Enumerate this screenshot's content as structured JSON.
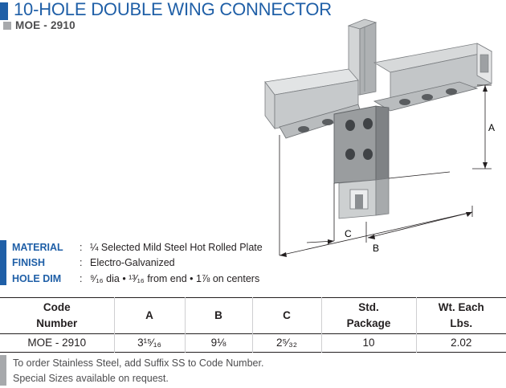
{
  "title": "10-HOLE DOUBLE WING CONNECTOR",
  "part_number": "MOE - 2910",
  "colors": {
    "accent": "#1f5fa7",
    "gray_square": "#a7a9ac",
    "table_divider": "#231f20",
    "metal_light": "#d8dadb",
    "metal_mid": "#bfc2c4",
    "metal_dark": "#8d9093"
  },
  "illustration": {
    "dimension_labels": {
      "a": "A",
      "b": "B",
      "c": "C"
    }
  },
  "specs": [
    {
      "label": "MATERIAL",
      "colon": ":",
      "value": "¼ Selected Mild Steel Hot Rolled Plate"
    },
    {
      "label": "FINISH",
      "colon": ":",
      "value": "Electro-Galvanized"
    },
    {
      "label": "HOLE DIM",
      "colon": ":",
      "value": "⁹⁄₁₆ dia  •  ¹³⁄₁₆ from end  •  1⅞  on centers"
    }
  ],
  "table": {
    "headers": [
      {
        "line1": "Code",
        "line2": "Number"
      },
      {
        "line1": "A",
        "line2": ""
      },
      {
        "line1": "B",
        "line2": ""
      },
      {
        "line1": "C",
        "line2": ""
      },
      {
        "line1": "Std.",
        "line2": "Package"
      },
      {
        "line1": "Wt. Each",
        "line2": "Lbs."
      }
    ],
    "row": [
      "MOE - 2910",
      "3¹⁵⁄₁₆",
      "9⅛",
      "2⁵⁄₃₂",
      "10",
      "2.02"
    ]
  },
  "notes": [
    "To order Stainless Steel, add Suffix SS to Code Number.",
    "Special Sizes available on request."
  ]
}
